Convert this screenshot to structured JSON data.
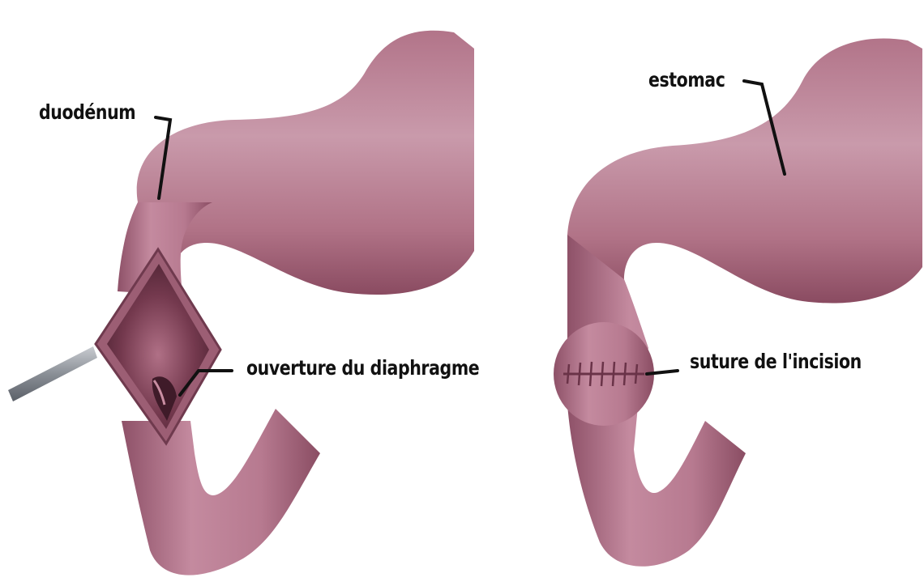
{
  "labels": {
    "duodenum": "duodénum",
    "diaphragm_opening": "ouverture du diaphragme",
    "stomach": "estomac",
    "incision_suture": "suture de l'incision"
  },
  "colors": {
    "tissue_light": "#c48a9f",
    "tissue_mid": "#a8697f",
    "tissue_dark": "#7d4458",
    "lumen_dark": "#5a2c3d",
    "leader_line": "#111111",
    "instrument": "#8a8f96"
  }
}
